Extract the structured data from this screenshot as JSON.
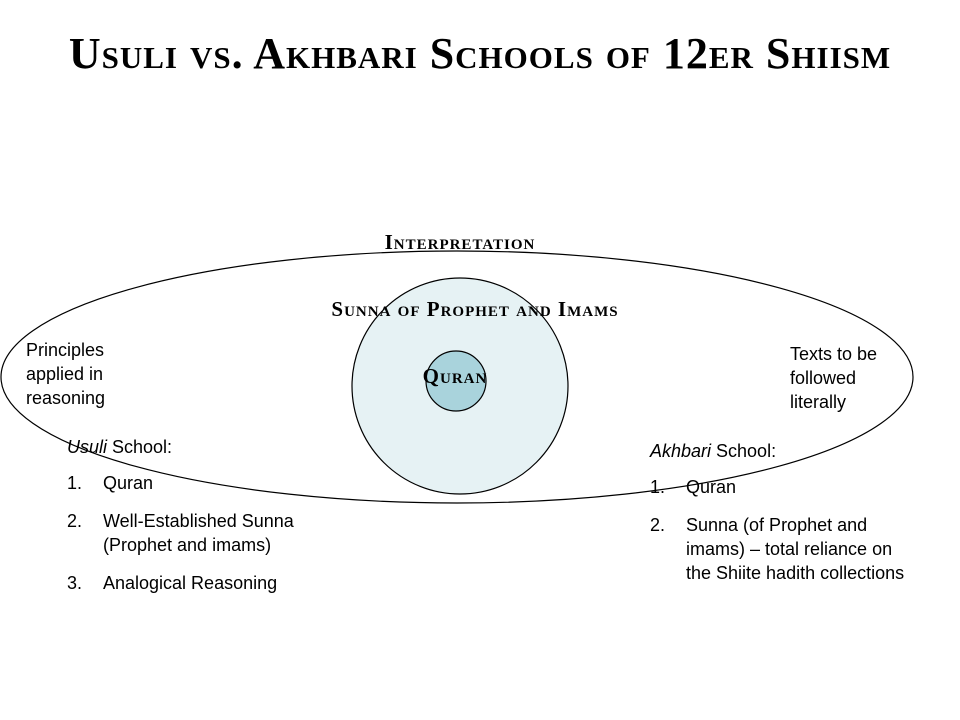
{
  "title": "Usuli vs. Akhbari Schools of 12er Shiism",
  "diagram": {
    "outer_label": "Interpretation",
    "middle_label": "Sunna of Prophet and Imams",
    "inner_label": "Quran",
    "colors": {
      "outer_fill": "#ffffff",
      "middle_fill": "#e6f2f4",
      "inner_fill": "#a9d3dc",
      "stroke": "#000000"
    }
  },
  "left_note": [
    "Principles",
    "applied in",
    "reasoning"
  ],
  "right_note": [
    "Texts to be",
    "followed",
    "literally"
  ],
  "usuli": {
    "name": "Usuli",
    "suffix": " School:",
    "items": [
      {
        "num": "1.",
        "text": "Quran"
      },
      {
        "num": "2.",
        "text": "Well-Established Sunna (Prophet and imams)"
      },
      {
        "num": "3.",
        "text": "Analogical Reasoning"
      }
    ]
  },
  "akhbari": {
    "name": "Akhbari",
    "suffix": " School:",
    "items": [
      {
        "num": "1.",
        "text": "Quran"
      },
      {
        "num": "2.",
        "text": "Sunna (of Prophet and imams) – total reliance on the Shiite hadith collections"
      }
    ]
  }
}
